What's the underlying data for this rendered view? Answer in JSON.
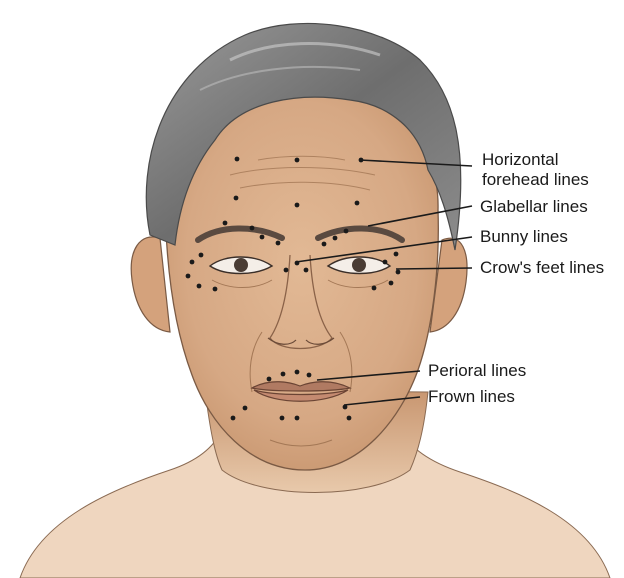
{
  "labels": {
    "horizontal_forehead_line1": "Horizontal",
    "horizontal_forehead_line2": "forehead lines",
    "glabellar": "Glabellar lines",
    "bunny": "Bunny lines",
    "crows_feet": "Crow's feet lines",
    "perioral": "Perioral lines",
    "frown": "Frown lines"
  }
}
